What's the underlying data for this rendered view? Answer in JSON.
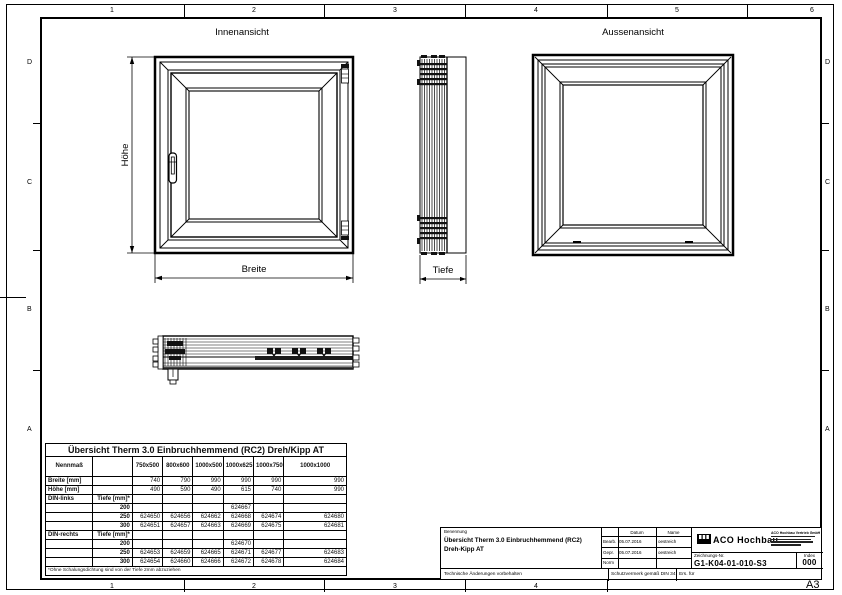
{
  "page": {
    "format_label": "A3"
  },
  "frame": {
    "top_zones": [
      "1",
      "2",
      "3",
      "4",
      "5",
      "6"
    ],
    "bottom_zones": [
      "1",
      "2",
      "3",
      "4"
    ],
    "side_rows": [
      "D",
      "C",
      "B",
      "A"
    ]
  },
  "views": {
    "inner_title": "Innenansicht",
    "outer_title": "Aussenansicht",
    "dim_height": "Höhe",
    "dim_width": "Breite",
    "dim_depth": "Tiefe"
  },
  "table": {
    "title": "Übersicht Therm 3.0 Einbruchhemmend (RC2) Dreh/Kipp AT",
    "col_headers": [
      "Nennmaß",
      "",
      "750x500",
      "800x600",
      "1000x500",
      "1000x625",
      "1000x750",
      "1000x1000"
    ],
    "rows": [
      [
        "Breite [mm]",
        "",
        "740",
        "790",
        "990",
        "990",
        "990",
        "990"
      ],
      [
        "Höhe [mm]",
        "",
        "490",
        "590",
        "490",
        "615",
        "740",
        "990"
      ],
      [
        "DIN-links",
        "Tiefe [mm]*",
        "",
        "",
        "",
        "",
        "",
        ""
      ],
      [
        "",
        "200",
        "",
        "",
        "",
        "624667",
        "",
        ""
      ],
      [
        "",
        "250",
        "624650",
        "624656",
        "624662",
        "624668",
        "624674",
        "624680"
      ],
      [
        "",
        "300",
        "624651",
        "624657",
        "624663",
        "624669",
        "624675",
        "624681"
      ],
      [
        "DIN-rechts",
        "Tiefe [mm]*",
        "",
        "",
        "",
        "",
        "",
        ""
      ],
      [
        "",
        "200",
        "",
        "",
        "",
        "624670",
        "",
        ""
      ],
      [
        "",
        "250",
        "624653",
        "624659",
        "624665",
        "624671",
        "624677",
        "624683"
      ],
      [
        "",
        "300",
        "624654",
        "624660",
        "624666",
        "624672",
        "624678",
        "624684"
      ]
    ],
    "footnote": "*Ohne Schalungsdichtung sind von der Tiefe 2mm abzuziehen"
  },
  "title_block": {
    "benennung_label": "Benennung",
    "title_line1": "Übersicht Therm 3.0 Einbruchhemmend (RC2)",
    "title_line2": "Dreh-Kipp AT",
    "datum_label": "Datum",
    "name_label": "Name",
    "rows": [
      {
        "label": "Bearb.",
        "datum": "05.07.2016",
        "name": "oestreich"
      },
      {
        "label": "Gepr.",
        "datum": "05.07.2016",
        "name": "oestreich"
      },
      {
        "label": "Norm",
        "datum": "",
        "name": ""
      }
    ],
    "company": "ACO Hochbau",
    "company_info": "ACO Hochbau Vertrieb GmbH",
    "drawing_no_label": "Zeichnungs-Nr.",
    "drawing_no": "G1-K04-01-010-S3",
    "index_label": "Index",
    "index": "000",
    "note_left": "Technische Änderungen vorbehalten",
    "note_mid": "Schutzvermerk gemäß DIN 34",
    "ers_label": "Ers. für"
  },
  "colors": {
    "line": "#000000",
    "paper": "#ffffff"
  }
}
